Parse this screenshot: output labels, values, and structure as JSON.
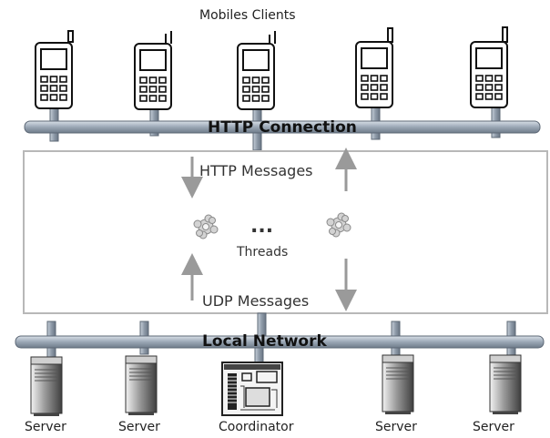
{
  "diagram": {
    "clients_label": "Mobiles Clients",
    "http_bus_label": "HTTP Connection",
    "http_messages_label": "HTTP Messages",
    "ellipsis": "...",
    "threads_label": "Threads",
    "udp_messages_label": "UDP Messages",
    "local_bus_label": "Local Network",
    "nodes": [
      "Server",
      "Server",
      "Coordinator",
      "Server",
      "Server"
    ]
  }
}
